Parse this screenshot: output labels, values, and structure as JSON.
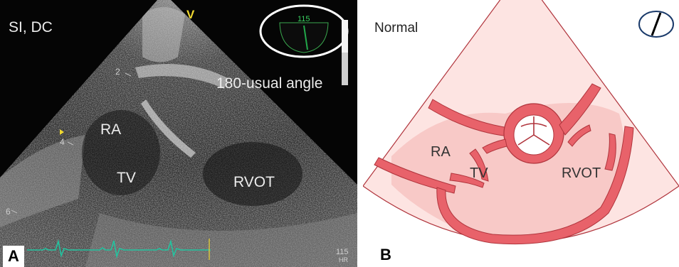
{
  "panel_a": {
    "label": "A",
    "mode_text": "SI, DC",
    "marker_v": "V",
    "angle_value": "115",
    "angle_caption": "180-usual angle",
    "depth_marks": [
      "2",
      "4",
      "6"
    ],
    "structures": {
      "ra": "RA",
      "tv": "TV",
      "rvot": "RVOT"
    },
    "hr_value": "115",
    "hr_unit": "HR",
    "colors": {
      "ecg": "#22c4a0",
      "indicator_line": "#22a84a",
      "circle": "#ffffff"
    }
  },
  "panel_b": {
    "label": "B",
    "title": "Normal",
    "structures": {
      "ra": "RA",
      "tv": "TV",
      "rvot": "RVOT"
    },
    "colors": {
      "sector_fill": "#fde4e2",
      "chamber_fill": "#f8c9c7",
      "wall_fill": "#e8626a",
      "outline": "#b0343c"
    }
  }
}
